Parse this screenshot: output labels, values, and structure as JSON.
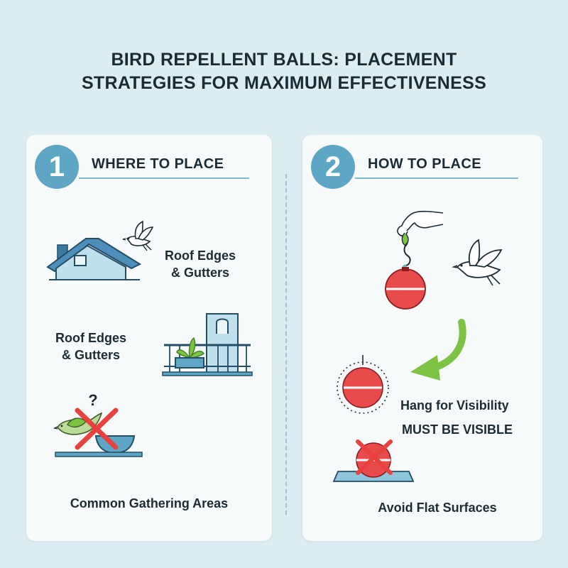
{
  "title": {
    "line1": "BIRD REPELLENT BALLS: PLACEMENT",
    "line2": "STRATEGIES FOR MAXIMUM EFFECTIVENESS"
  },
  "where": {
    "number": "1",
    "heading": "WHERE TO PLACE",
    "item1_line1": "Roof Edges",
    "item1_line2": "& Gutters",
    "item2_line1": "Roof Edges",
    "item2_line2": "& Gutters",
    "item3": "Common Gathering Areas",
    "question_mark": "?"
  },
  "how": {
    "number": "2",
    "heading": "HOW TO PLACE",
    "hang_label": "Hang for Visibility",
    "visible_label": "MUST BE VISIBLE",
    "avoid_label": "Avoid Flat Surfaces"
  },
  "colors": {
    "background": "#dcedf2",
    "accent_blue": "#5ea6c6",
    "ball_red": "#e84b4b",
    "cross_red": "#e8423f",
    "arrow_green": "#7cc243"
  },
  "icons": [
    "house-icon",
    "dove-icon",
    "balcony-icon",
    "plant-icon",
    "bird-icon",
    "bowl-icon",
    "cross-icon",
    "hand-icon",
    "repellent-ball-icon",
    "curved-arrow-icon"
  ]
}
